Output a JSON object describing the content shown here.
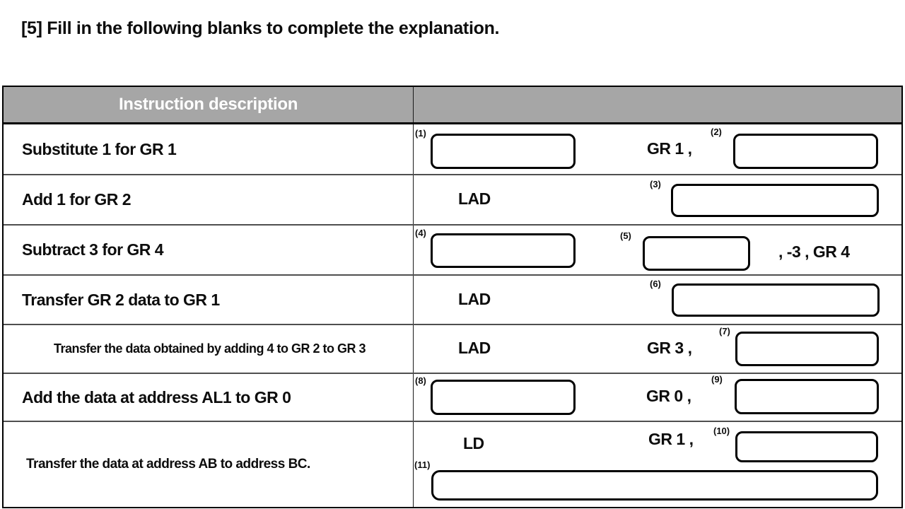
{
  "title": "[5] Fill in the following blanks to complete the explanation.",
  "colors": {
    "header_bg": "#a6a6a6",
    "header_text": "#ffffff",
    "table_border": "#000000",
    "row_divider": "#4f4f4f",
    "blank_border": "#000000"
  },
  "table": {
    "header": {
      "instruction": "Instruction description",
      "answer": ""
    },
    "rows": [
      {
        "description": "Substitute 1 for GR 1",
        "b1": "(1)",
        "mid": "GR 1 ,",
        "b2": "(2)"
      },
      {
        "description": "Add 1 for GR 2",
        "op": "LAD",
        "b1": "(3)"
      },
      {
        "description": "Subtract 3 for GR 4",
        "b1": "(4)",
        "b2": "(5)",
        "suffix": ", -3 , GR 4"
      },
      {
        "description": "Transfer GR 2 data to GR 1",
        "op": "LAD",
        "b1": "(6)"
      },
      {
        "description": "Transfer the data obtained by adding 4 to GR 2 to GR 3",
        "op": "LAD",
        "mid": "GR 3 ,",
        "b1": "(7)"
      },
      {
        "description": "Add the data at address AL1 to GR 0",
        "b1": "(8)",
        "mid": "GR 0 ,",
        "b2": "(9)"
      },
      {
        "description": "Transfer the data at address AB to address BC.",
        "op": "LD",
        "mid": "GR 1 ,",
        "b1": "(10)",
        "b2": "(11)"
      }
    ]
  }
}
